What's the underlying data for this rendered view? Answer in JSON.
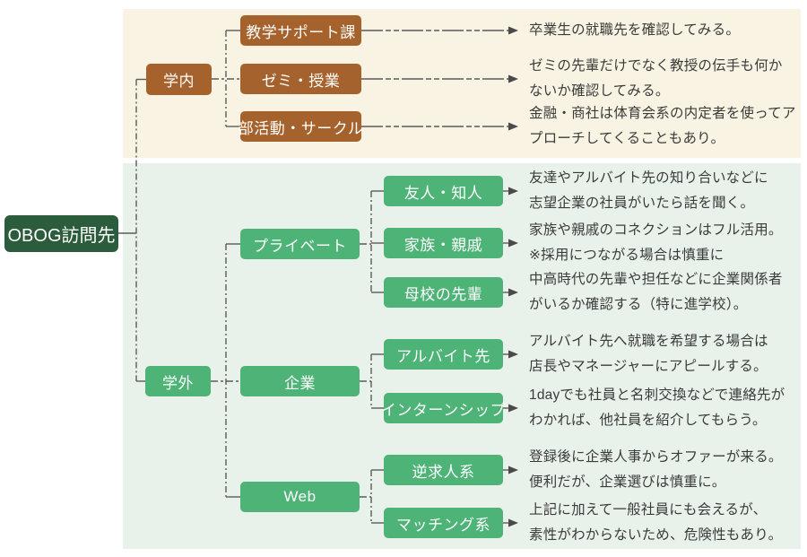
{
  "root": {
    "label": "OBOG訪問先"
  },
  "sections": {
    "campus": {
      "label": "学内",
      "leaves": [
        {
          "label": "教学サポート課",
          "desc": [
            "卒業生の就職先を確認してみる。"
          ]
        },
        {
          "label": "ゼミ・授業",
          "desc": [
            "ゼミの先輩だけでなく教授の伝手も何か",
            "ないか確認してみる。"
          ]
        },
        {
          "label": "部活動・サークル",
          "desc": [
            "金融・商社は体育会系の内定者を使ってア",
            "プローチしてくることもあり。"
          ]
        }
      ]
    },
    "offcampus": {
      "label": "学外",
      "groups": [
        {
          "label": "プライベート",
          "leaves": [
            {
              "label": "友人・知人",
              "desc": [
                "友達やアルバイト先の知り合いなどに",
                "志望企業の社員がいたら話を聞く。"
              ]
            },
            {
              "label": "家族・親戚",
              "desc": [
                "家族や親戚のコネクションはフル活用。",
                "※採用につながる場合は慎重に"
              ]
            },
            {
              "label": "母校の先輩",
              "desc": [
                "中高時代の先輩や担任などに企業関係者",
                "がいるか確認する（特に進学校）。"
              ]
            }
          ]
        },
        {
          "label": "企業",
          "leaves": [
            {
              "label": "アルバイト先",
              "desc": [
                "アルバイト先へ就職を希望する場合は",
                "店長やマネージャーにアピールする。"
              ]
            },
            {
              "label": "インターンシップ",
              "desc": [
                "1dayでも社員と名刺交換などで連絡先が",
                "わかれば、他社員を紹介してもらう。"
              ]
            }
          ]
        },
        {
          "label": "Web",
          "leaves": [
            {
              "label": "逆求人系",
              "desc": [
                "登録後に企業人事からオファーが来る。",
                "便利だが、企業選びは慎重に。"
              ]
            },
            {
              "label": "マッチング系",
              "desc": [
                "上記に加えて一般社員にも会えるが、",
                "素性がわからないため、危険性もあり。"
              ]
            }
          ]
        }
      ]
    }
  },
  "colors": {
    "root_box": "#2b5c3c",
    "campus_box": "#a5622c",
    "offcampus_box": "#4eb376",
    "campus_bg": "#f8f3e2",
    "offcampus_bg": "#e8f2ea",
    "connector": "#5b5b5b",
    "text": "#3b3b3b"
  }
}
